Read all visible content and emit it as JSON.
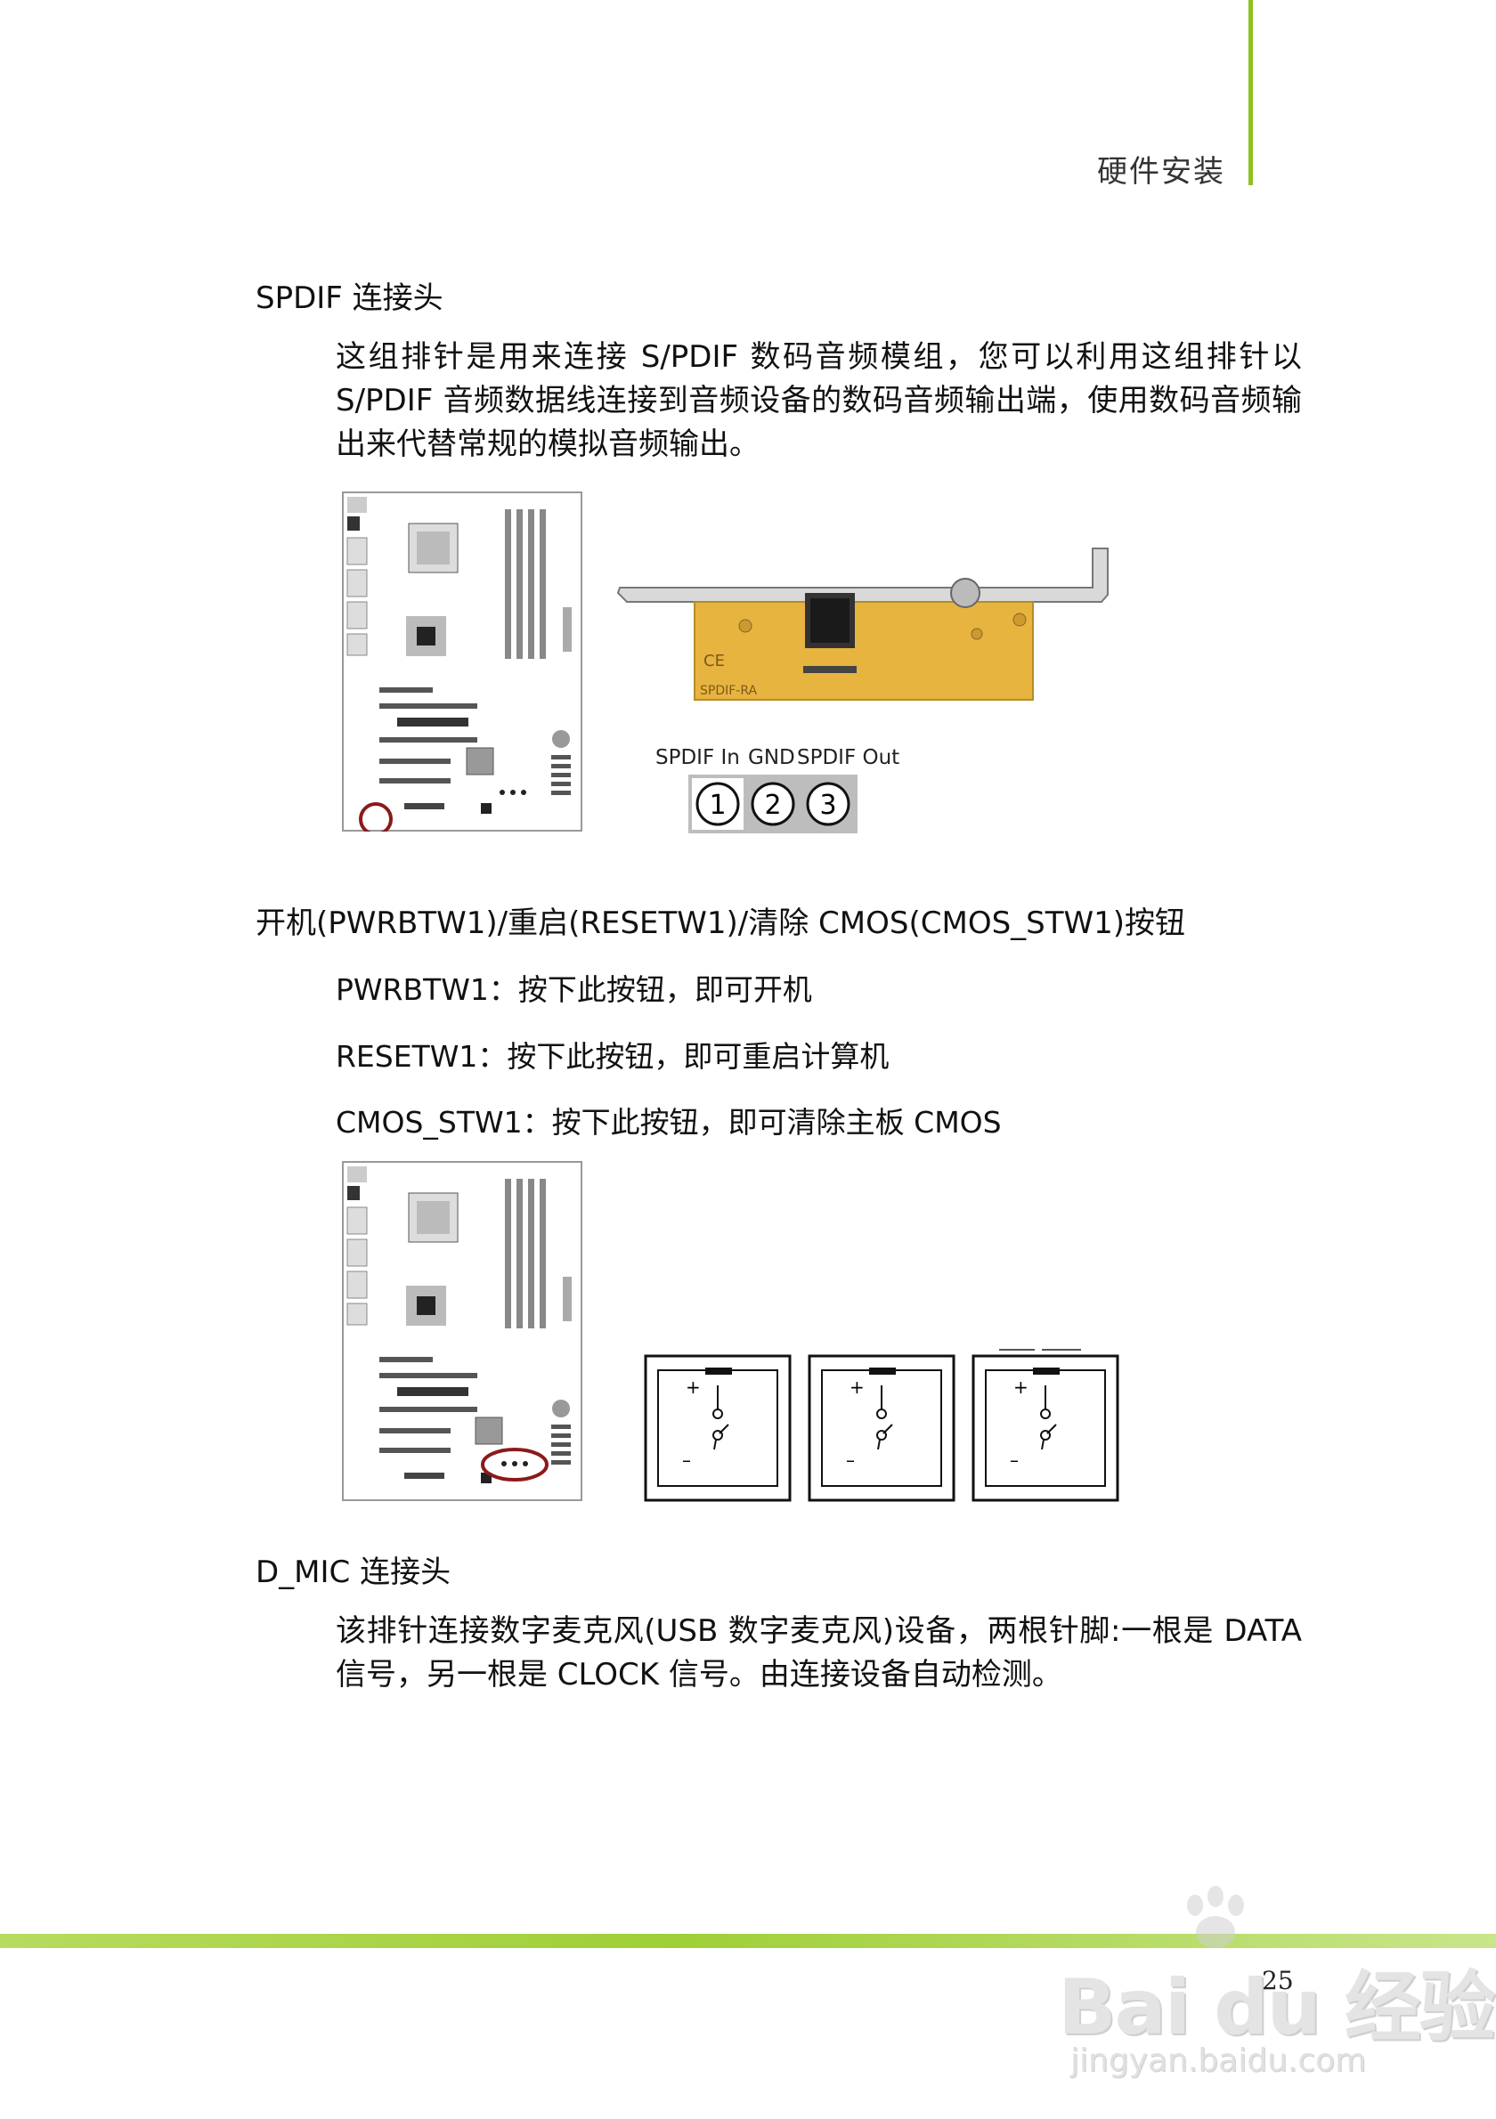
{
  "header": {
    "title": "硬件安装"
  },
  "sections": {
    "spdif": {
      "title": "SPDIF 连接头",
      "body": "这组排针是用来连接 S/PDIF 数码音频模组，您可以利用这组排针以 S/PDIF 音频数据线连接到音频设备的数码音频输出端，使用数码音频输出来代替常规的模拟音频输出。",
      "pins": {
        "label_in": "SPDIF In",
        "label_gnd": "GND",
        "label_out": "SPDIF Out",
        "pin1": "1",
        "pin2": "2",
        "pin3": "3"
      },
      "bracket_label": "SPDIF-RA"
    },
    "buttons": {
      "title": "开机(PWRBTW1)/重启(RESETW1)/清除 CMOS(CMOS_STW1)按钮",
      "lines": [
        "PWRBTW1：按下此按钮，即可开机",
        "RESETW1：按下此按钮，即可重启计算机",
        "CMOS_STW1：按下此按钮，即可清除主板 CMOS"
      ],
      "switch_plus": "+",
      "switch_minus": "–"
    },
    "dmic": {
      "title": "D_MIC 连接头",
      "body": "该排针连接数字麦克风(USB 数字麦克风)设备，两根针脚:一根是 DATA 信号，另一根是 CLOCK 信号。由连接设备自动检测。"
    }
  },
  "footer": {
    "page_number": "25"
  },
  "watermark": {
    "main": "Bai du 经验",
    "sub": "jingyan.baidu.com"
  },
  "colors": {
    "accent_green": "#8dc21f",
    "highlight_circle": "#8b1a1a",
    "pcb_orange": "#e8b440"
  }
}
